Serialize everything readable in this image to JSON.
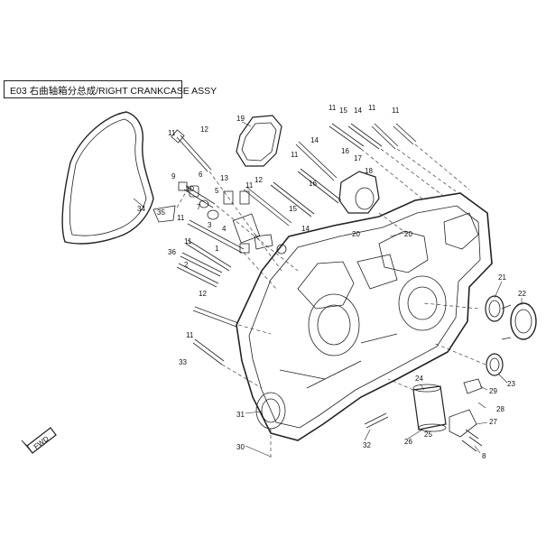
{
  "title": "E03 右曲轴箱分总成/RIGHT CRANKCASE ASSY",
  "direction_marker": "FWD",
  "callouts": [
    {
      "id": "c1",
      "label": "11"
    },
    {
      "id": "c2",
      "label": "12"
    },
    {
      "id": "c3",
      "label": "19"
    },
    {
      "id": "c4",
      "label": "11"
    },
    {
      "id": "c5",
      "label": "15"
    },
    {
      "id": "c6",
      "label": "14"
    },
    {
      "id": "c7",
      "label": "11"
    },
    {
      "id": "c8",
      "label": "11"
    },
    {
      "id": "c9",
      "label": "14"
    },
    {
      "id": "c10",
      "label": "11"
    },
    {
      "id": "c11",
      "label": "16"
    },
    {
      "id": "c12",
      "label": "17"
    },
    {
      "id": "c13",
      "label": "18"
    },
    {
      "id": "c14",
      "label": "9"
    },
    {
      "id": "c15",
      "label": "6"
    },
    {
      "id": "c16",
      "label": "7"
    },
    {
      "id": "c17",
      "label": "10"
    },
    {
      "id": "c18",
      "label": "11"
    },
    {
      "id": "c19",
      "label": "12"
    },
    {
      "id": "c20",
      "label": "15"
    },
    {
      "id": "c21",
      "label": "13"
    },
    {
      "id": "c22",
      "label": "16"
    },
    {
      "id": "c23",
      "label": "14"
    },
    {
      "id": "c24",
      "label": "35"
    },
    {
      "id": "c25",
      "label": "34"
    },
    {
      "id": "c26",
      "label": "11"
    },
    {
      "id": "c27",
      "label": "5"
    },
    {
      "id": "c28",
      "label": "3"
    },
    {
      "id": "c29",
      "label": "4"
    },
    {
      "id": "c30",
      "label": "11"
    },
    {
      "id": "c31",
      "label": "1"
    },
    {
      "id": "c32",
      "label": "36"
    },
    {
      "id": "c33",
      "label": "2"
    },
    {
      "id": "c34",
      "label": "20"
    },
    {
      "id": "c35",
      "label": "20"
    },
    {
      "id": "c36",
      "label": "12"
    },
    {
      "id": "c37",
      "label": "11"
    },
    {
      "id": "c38",
      "label": "33"
    },
    {
      "id": "c39",
      "label": "21"
    },
    {
      "id": "c40",
      "label": "22"
    },
    {
      "id": "c41",
      "label": "23"
    },
    {
      "id": "c42",
      "label": "24"
    },
    {
      "id": "c43",
      "label": "25"
    },
    {
      "id": "c44",
      "label": "29"
    },
    {
      "id": "c45",
      "label": "28"
    },
    {
      "id": "c46",
      "label": "27"
    },
    {
      "id": "c47",
      "label": "8"
    },
    {
      "id": "c48",
      "label": "31"
    },
    {
      "id": "c49",
      "label": "26"
    },
    {
      "id": "c50",
      "label": "32"
    },
    {
      "id": "c51",
      "label": "30"
    }
  ]
}
